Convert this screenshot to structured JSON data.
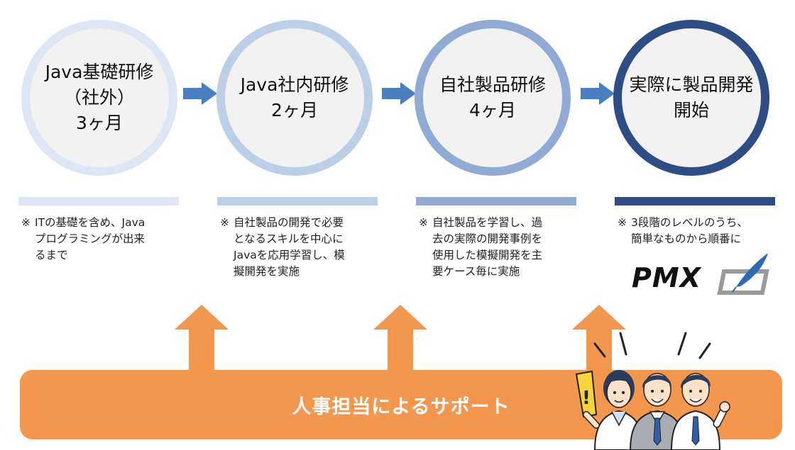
{
  "steps": [
    {
      "lines": [
        "Java基礎研修",
        "（社外）",
        "3ヶ月"
      ]
    },
    {
      "lines": [
        "Java社内研修",
        "2ヶ月"
      ]
    },
    {
      "lines": [
        "自社製品研修",
        "4ヶ月"
      ]
    },
    {
      "lines": [
        "実際に製品開発",
        "開始"
      ]
    }
  ],
  "notes": [
    {
      "mark": "※",
      "lines": [
        "ITの基礎を含め、Java",
        "プログラミングが出来",
        "るまで"
      ]
    },
    {
      "mark": "※",
      "lines": [
        "自社製品の開発で必要",
        "となるスキルを中心に",
        "Javaを応用学習し、模",
        "擬開発を実施"
      ]
    },
    {
      "mark": "※",
      "lines": [
        "自社製品を学習し、過",
        "去の実際の開発事例を",
        "使用した模擬開発を主",
        "要ケース毎に実施"
      ]
    },
    {
      "mark": "※",
      "lines": [
        "3段階のレベルのうち、",
        "簡単なものから順番に"
      ]
    }
  ],
  "logo": {
    "text": "PMX"
  },
  "support": {
    "label": "人事担当によるサポート"
  },
  "colors": {
    "step1": "#dde6f2",
    "step2": "#bccfe6",
    "step3": "#8fabd4",
    "step4": "#2e4d84",
    "arrow_blue": "#4a7fc1",
    "support_orange": "#f4974e"
  }
}
